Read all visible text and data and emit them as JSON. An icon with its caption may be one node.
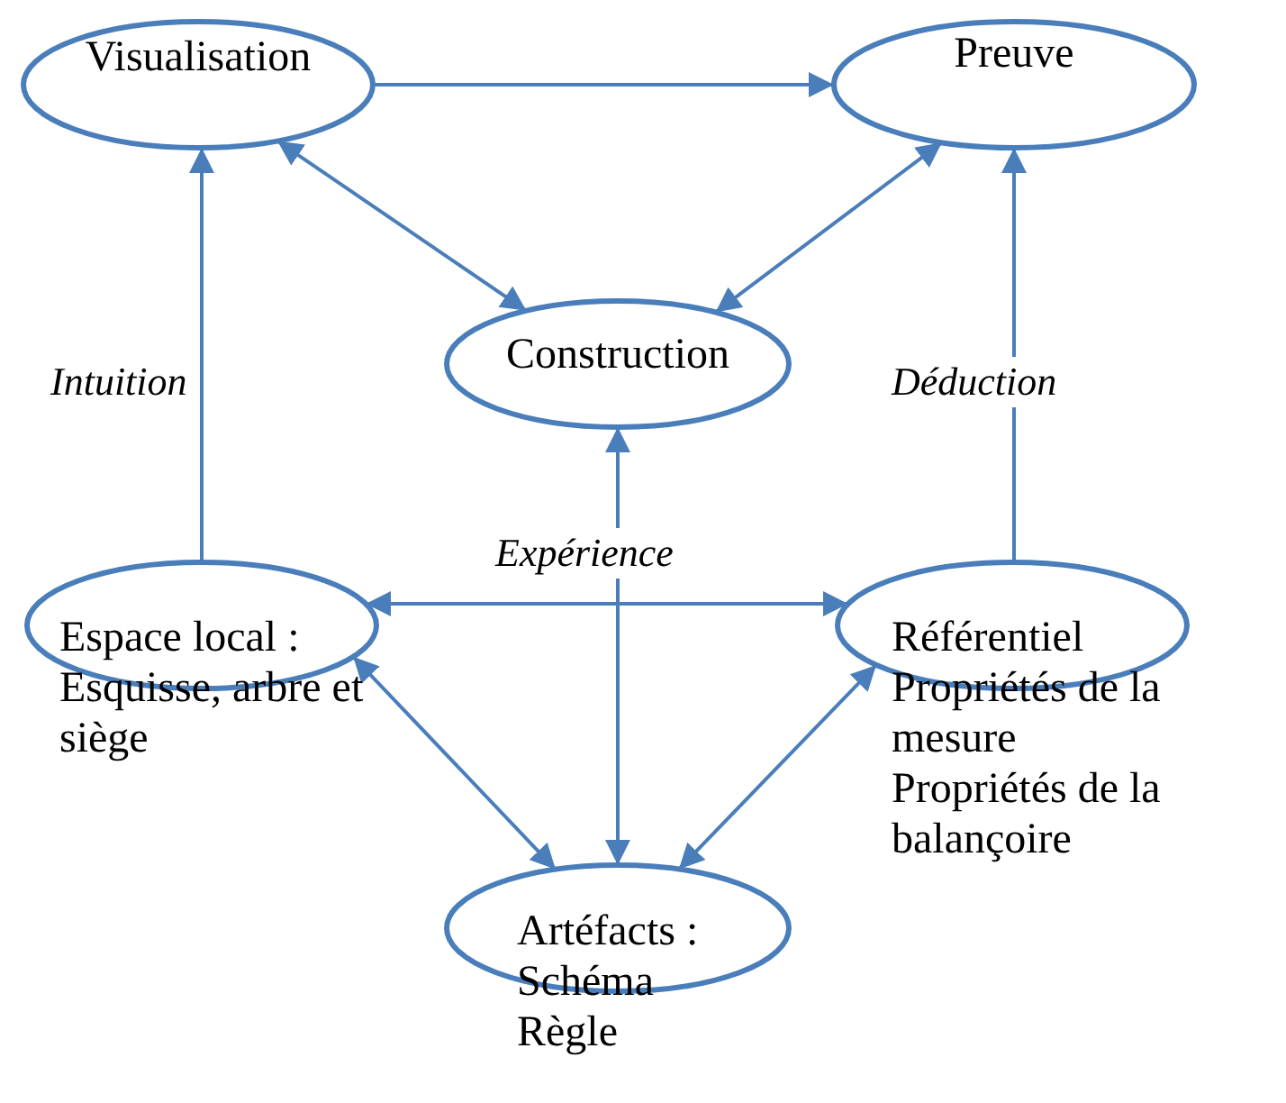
{
  "diagram": {
    "nodes": [
      {
        "text": [
          "Visualisation"
        ]
      },
      {
        "text": [
          "Preuve"
        ]
      },
      {
        "text": [
          "Construction"
        ]
      },
      {
        "text": [
          "Espace local :",
          "Esquisse, arbre et siège"
        ]
      },
      {
        "text": [
          "Référentiel",
          "Propriétés de la mesure",
          "Propriétés de la balançoire"
        ]
      },
      {
        "text": [
          "Artéfacts :",
          "Schéma",
          "Règle"
        ]
      }
    ],
    "edges": [
      {
        "from": 0,
        "to": 1,
        "arrow": "to"
      },
      {
        "from": 3,
        "to": 0,
        "arrow": "to",
        "label": "Intuition"
      },
      {
        "from": 0,
        "to": 2,
        "arrow": "both"
      },
      {
        "from": 1,
        "to": 2,
        "arrow": "both"
      },
      {
        "from": 4,
        "to": 1,
        "arrow": "to",
        "label": "Déduction"
      },
      {
        "from": 3,
        "to": 4,
        "arrow": "both",
        "label": "Expérience"
      },
      {
        "from": 2,
        "to": 5,
        "arrow": "both"
      },
      {
        "from": 3,
        "to": 5,
        "arrow": "both"
      },
      {
        "from": 5,
        "to": 4,
        "arrow": "both"
      }
    ]
  }
}
